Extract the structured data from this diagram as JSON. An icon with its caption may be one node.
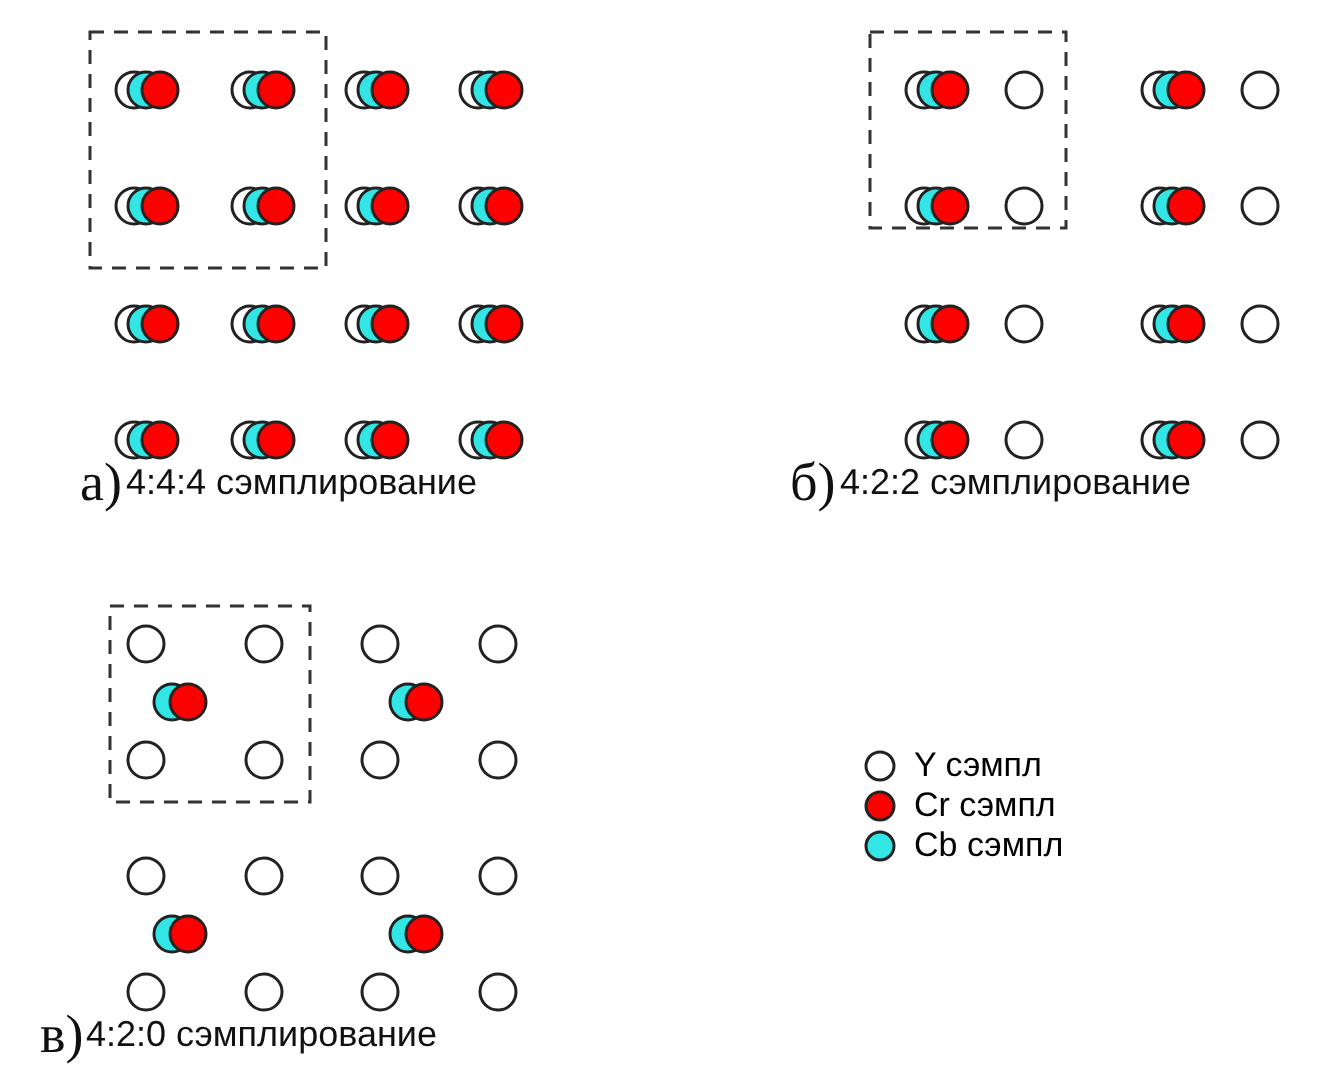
{
  "diagram": {
    "labels": [
      "а)",
      "4:4:4 сэмплирование",
      "б)",
      "4:2:2 сэмплирование",
      "в)",
      "4:2:0 сэмплирование"
    ],
    "legend": [
      {
        "text": "Y сэмпл",
        "color": "#ffffff"
      },
      {
        "text": "Cr сэмпл",
        "color": "#ff0000"
      },
      {
        "text": "Cb сэмпл",
        "color": "#33e6e6"
      }
    ]
  }
}
